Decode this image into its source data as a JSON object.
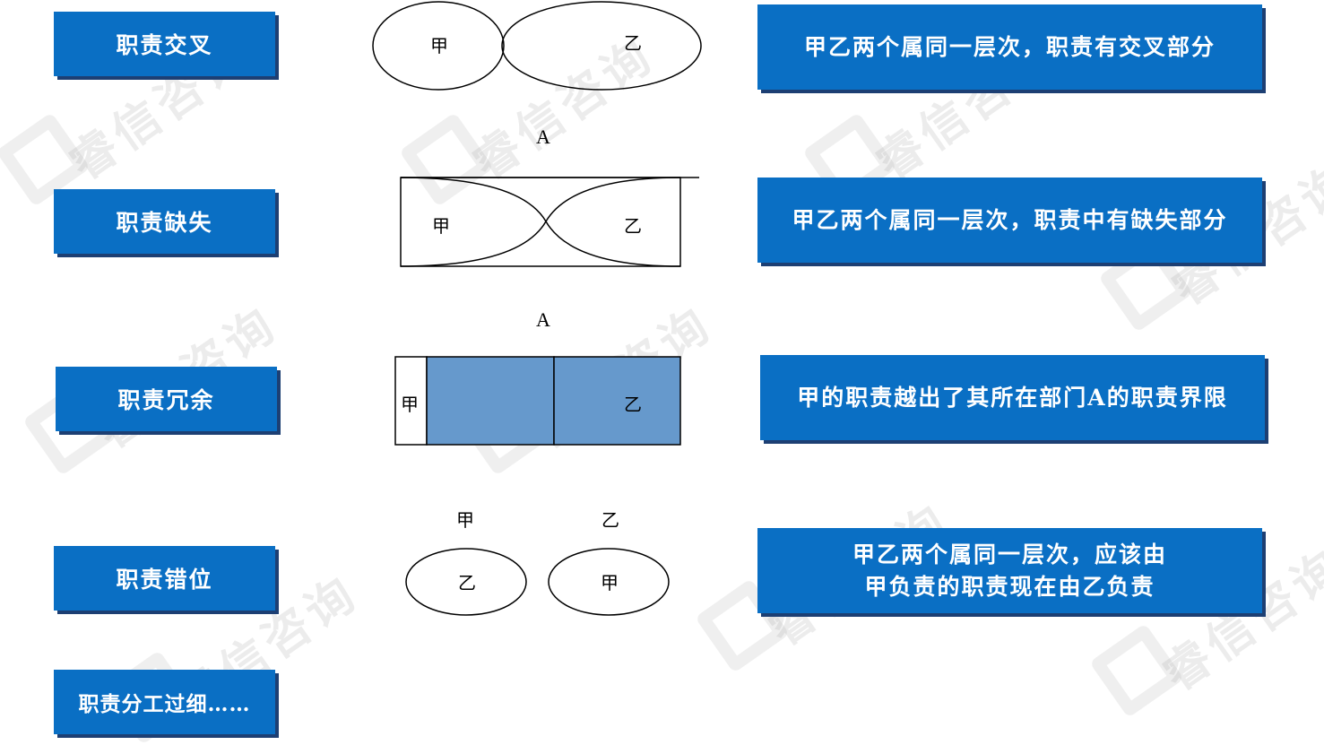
{
  "labels": {
    "cross": "职责交叉",
    "missing": "职责缺失",
    "redundant": "职责冗余",
    "misplaced": "职责错位",
    "too_fine": "职责分工过细……"
  },
  "descriptions": {
    "cross": "甲乙两个属同一层次，职责有交叉部分",
    "missing": "甲乙两个属同一层次，职责中有缺失部分",
    "redundant": "甲的职责越出了其所在部门A的职责界限",
    "misplaced_line1": "甲乙两个属同一层次，应该由",
    "misplaced_line2": "甲负责的职责现在由乙负责"
  },
  "diagram": {
    "jia": "甲",
    "yi": "乙",
    "dept_a": "A"
  },
  "watermark": "睿信咨询",
  "colors": {
    "box_fill": "#0a6fc4",
    "box_shadow": "#1d3f73",
    "redundant_fill": "#6699cc"
  }
}
